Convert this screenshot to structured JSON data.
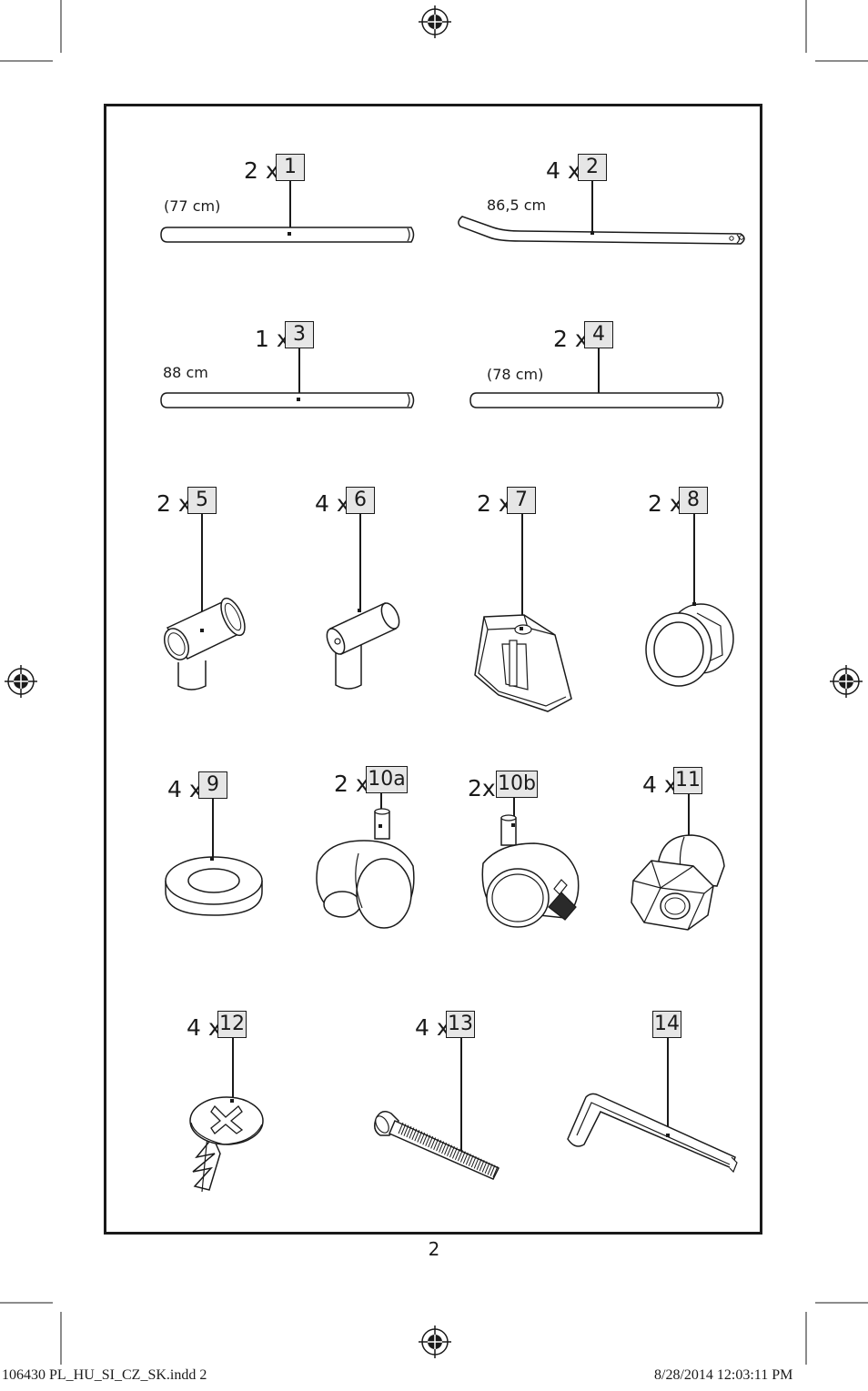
{
  "page_number": "2",
  "slug": {
    "file": "106430 PL_HU_SI_CZ_SK.indd   2",
    "timestamp": "8/28/2014   12:03:11 PM"
  },
  "parts": [
    {
      "number": "1",
      "quantity": "2 x",
      "dimension": "(77 cm)",
      "icon": "straight-tube-icon"
    },
    {
      "number": "2",
      "quantity": "4 x",
      "dimension": "86,5  cm",
      "icon": "bent-tube-icon"
    },
    {
      "number": "3",
      "quantity": "1 x",
      "dimension": "88  cm",
      "icon": "straight-tube-icon"
    },
    {
      "number": "4",
      "quantity": "2 x",
      "dimension": "(78 cm)",
      "icon": "straight-tube-icon"
    },
    {
      "number": "5",
      "quantity": "2 x",
      "icon": "elbow-connector-icon"
    },
    {
      "number": "6",
      "quantity": "4 x",
      "icon": "t-connector-icon"
    },
    {
      "number": "7",
      "quantity": "2 x",
      "icon": "bracket-connector-icon"
    },
    {
      "number": "8",
      "quantity": "2 x",
      "icon": "round-end-cap-icon"
    },
    {
      "number": "9",
      "quantity": "4 x",
      "icon": "washer-icon"
    },
    {
      "number": "10a",
      "quantity": "2 x",
      "icon": "caster-wheel-icon"
    },
    {
      "number": "10b",
      "quantity": "2x",
      "icon": "locking-caster-wheel-icon"
    },
    {
      "number": "11",
      "quantity": "4 x",
      "icon": "cap-nut-icon"
    },
    {
      "number": "12",
      "quantity": "4 x",
      "icon": "screw-icon"
    },
    {
      "number": "13",
      "quantity": "4 x",
      "icon": "bolt-icon"
    },
    {
      "number": "14",
      "quantity": "",
      "icon": "allen-key-icon"
    }
  ]
}
